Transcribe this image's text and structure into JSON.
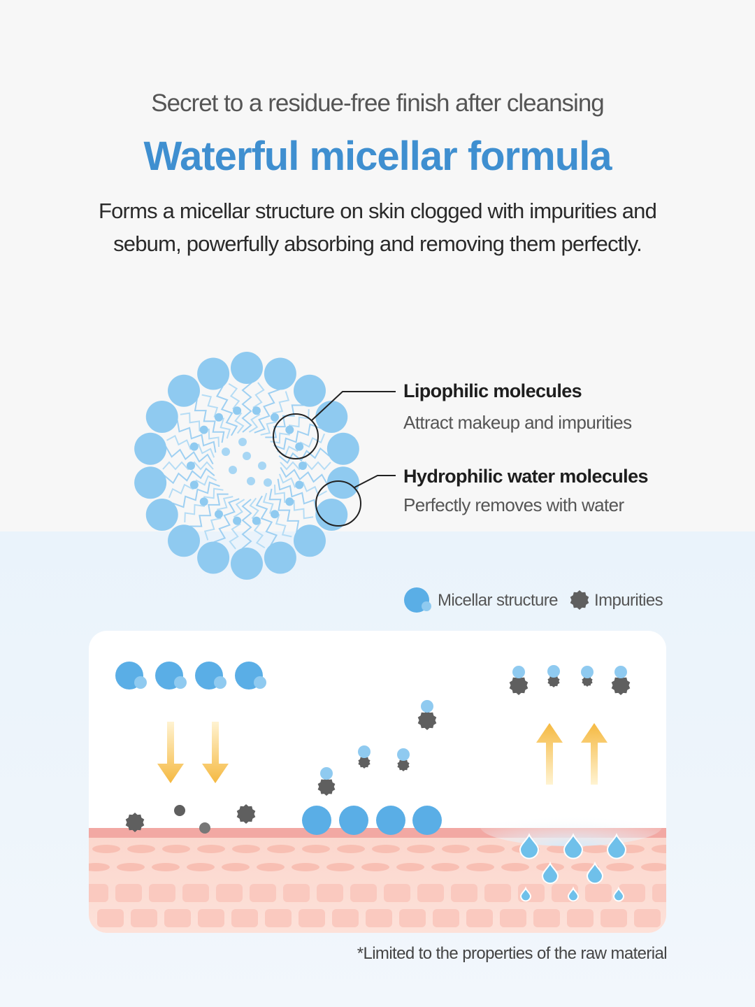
{
  "header": {
    "subtitle": "Secret to a residue-free finish after cleansing",
    "title": "Waterful micellar formula",
    "description": "Forms a micellar structure on skin clogged with impurities and sebum, powerfully absorbing and removing them perfectly."
  },
  "callouts": {
    "lipophilic": {
      "title": "Lipophilic molecules",
      "text": "Attract makeup and impurities"
    },
    "hydrophilic": {
      "title": "Hydrophilic water molecules",
      "text": "Perfectly removes with water"
    }
  },
  "legend": {
    "micellar": "Micellar structure",
    "impurities": "Impurities"
  },
  "footnote": "*Limited to the properties of the raw material",
  "colors": {
    "title_blue": "#3f8fd0",
    "micelle_blue": "#5aaee6",
    "micelle_light": "#8fcaf0",
    "impurity_gray": "#5f5f5f",
    "arrow_yellow": "#f7c24a",
    "skin_pink": "#f6cfc4"
  }
}
